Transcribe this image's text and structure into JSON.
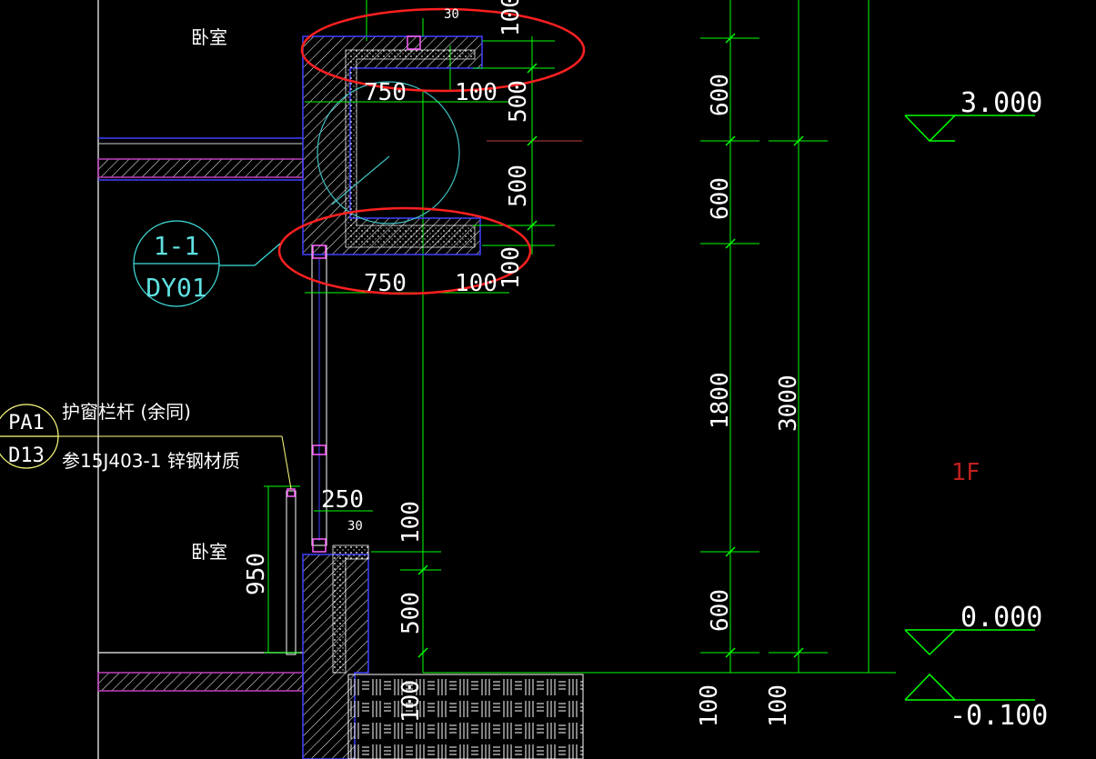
{
  "colors": {
    "background": "#000000",
    "dimension_line": "#00ff00",
    "wall_outline": "#4040ff",
    "slab_hatch": "#c040c0",
    "highlight_circle": "#ff2020",
    "section_mark": "#40e0e0",
    "floor_label": "#c02020",
    "grid_line": "#d0d0d0"
  },
  "rooms": {
    "room_top": "卧室",
    "room_bottom": "卧室"
  },
  "section_mark": {
    "top": "1-1",
    "bottom": "DY01"
  },
  "detail_mark": {
    "top": "PA1",
    "bottom": "D13"
  },
  "notes": {
    "line1": "护窗栏杆 (余同)",
    "line2": "参15J403-1 锌钢材质"
  },
  "dims_horizontal": {
    "upper_750": "750",
    "upper_100": "100",
    "lower_750": "750",
    "lower_100": "100",
    "sill_250": "250",
    "small_30_top": "30",
    "small_30_bot": "30"
  },
  "dims_vertical": {
    "top_100": "100",
    "upper_500a": "500",
    "upper_500b": "500",
    "mid_100": "100",
    "col1_600a": "600",
    "col1_600b": "600",
    "col1_1800": "1800",
    "col1_600c": "600",
    "col2_3000": "3000",
    "sill_100": "100",
    "sill_500": "500",
    "rail_950": "950",
    "base_100": "100",
    "bottom_100a": "100",
    "bottom_100b": "100"
  },
  "levels": {
    "upper": "3.000",
    "ground": "0.000",
    "outside": "-0.100"
  },
  "floor_label": "1F"
}
